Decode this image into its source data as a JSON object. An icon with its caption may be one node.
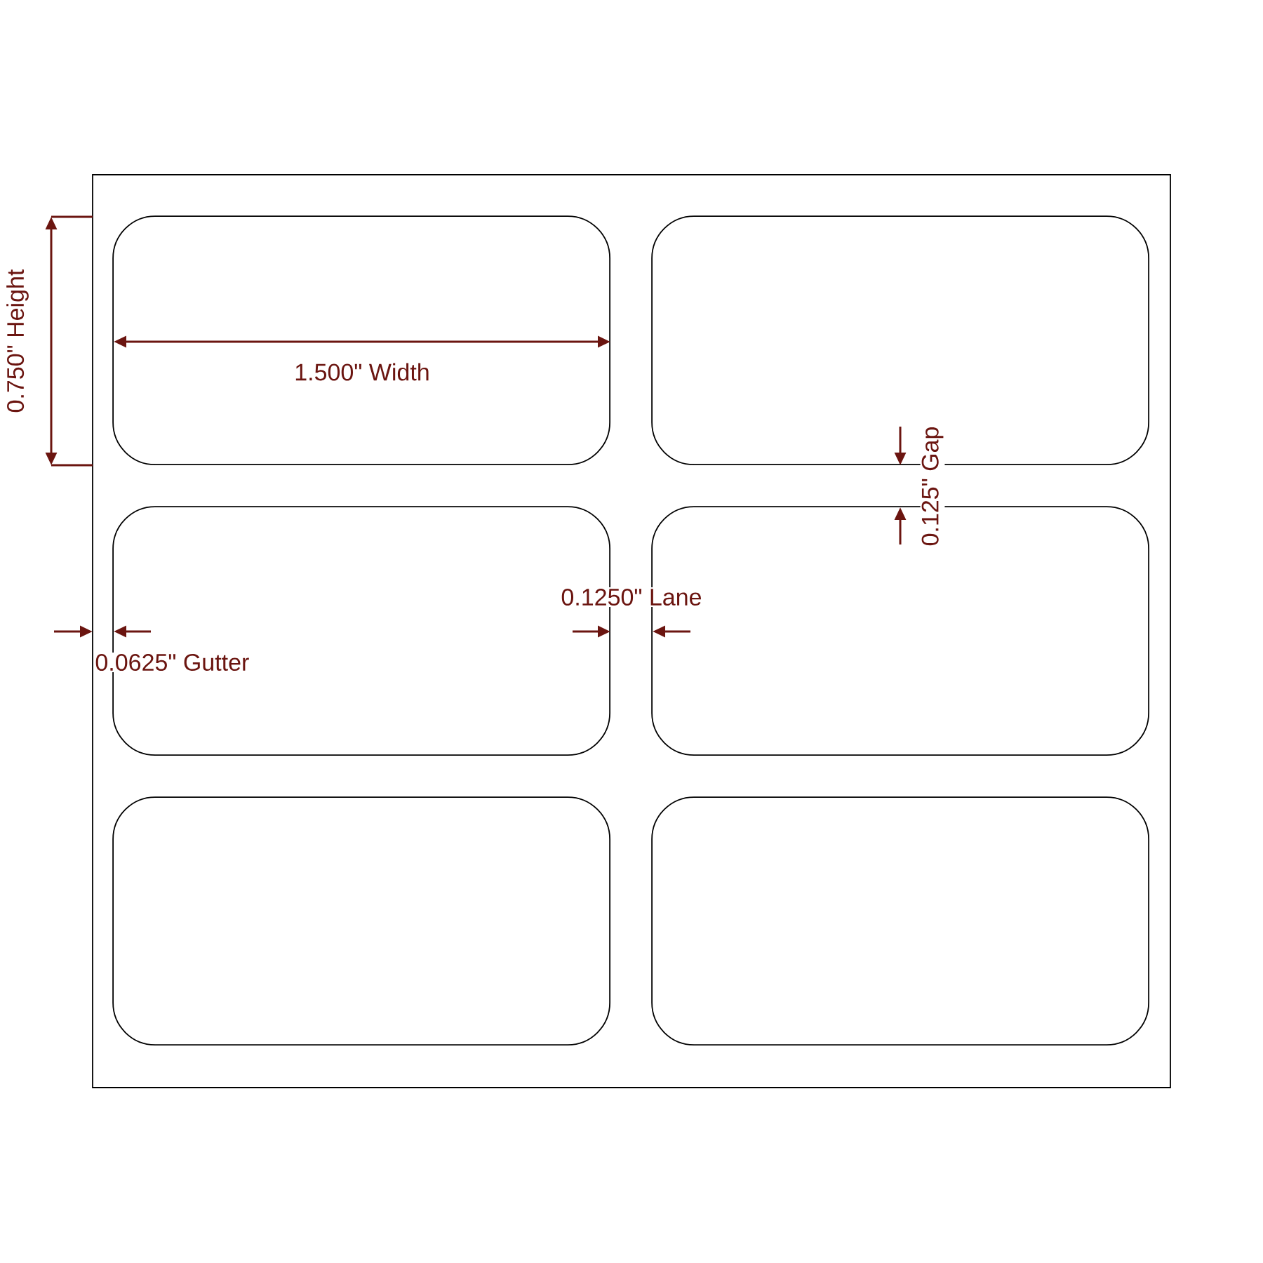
{
  "diagram": {
    "nodes": [
      {
        "text": [],
        "shape": "box"
      },
      {
        "text": [],
        "shape": "box",
        "in": 0
      },
      {
        "text": [],
        "shape": "box",
        "in": 0
      },
      {
        "text": [],
        "shape": "box",
        "in": 0
      },
      {
        "text": [],
        "shape": "box",
        "in": 0
      },
      {
        "text": [],
        "shape": "box",
        "in": 0
      },
      {
        "text": [],
        "shape": "box",
        "in": 0
      }
    ],
    "labels": [
      "0.750\" Height",
      "1.500\" Width",
      "0.125\" Gap",
      "0.1250\" Lane",
      "0.0625\" Gutter"
    ]
  }
}
